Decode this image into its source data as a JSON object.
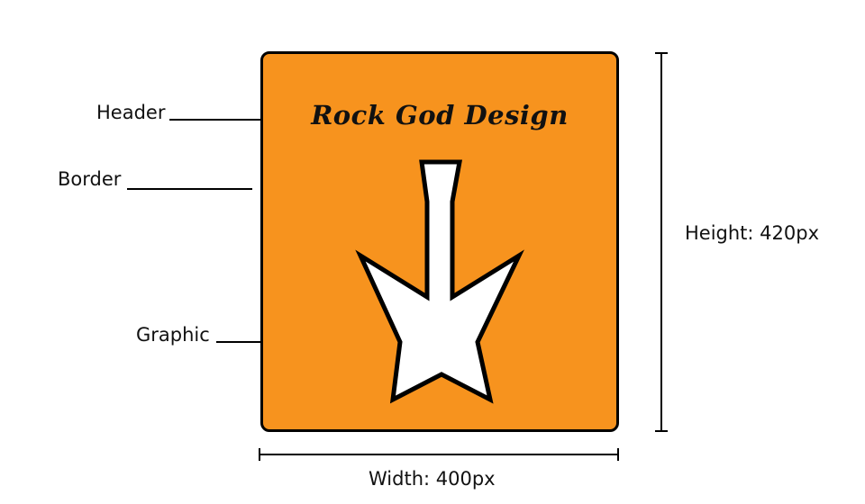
{
  "labels": {
    "header": "Header",
    "border": "Border",
    "graphic": "Graphic"
  },
  "card": {
    "title": "Rock God Design",
    "fill_color": "#F7931E",
    "border_color": "#000000",
    "graphic_fill": "#FFFFFF",
    "graphic_icon": "guitar-icon"
  },
  "dimensions": {
    "height_label": "Height: 420px",
    "width_label": "Width: 400px"
  }
}
